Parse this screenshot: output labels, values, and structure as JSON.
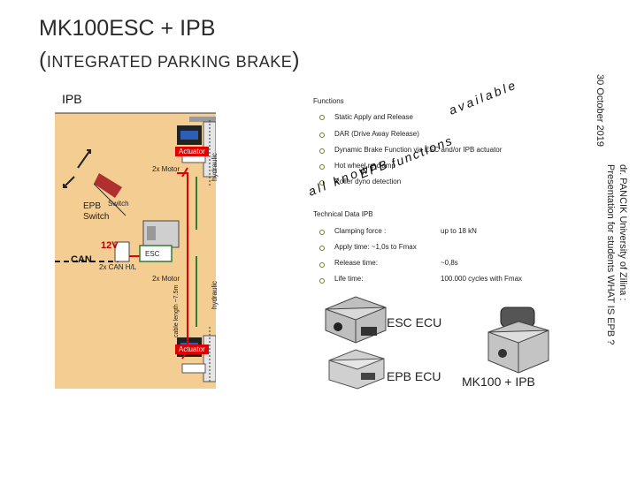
{
  "slide": {
    "title_line1": "MK100ESC + IPB",
    "title_line2_open": "(",
    "title_line2_text": "INTEGRATED PARKING BRAKE",
    "title_line2_close": ")",
    "date": "30 October 2019",
    "author": "dr. PANCIK University of Zilina :",
    "presentation": "Presentation for students WHAT IS EPB ?"
  },
  "diagram": {
    "panel_title": "IPB",
    "actuator_top": "Actuator",
    "actuator_bottom": "Actuator",
    "motor_top": "2x Motor",
    "motor_bottom": "2x Motor",
    "switch": "Switch",
    "epb_switch_1": "EPB",
    "epb_switch_2": "Switch",
    "hydraulic_top": "hydraulic",
    "hydraulic_bottom": "hydraulic",
    "voltage": "12V",
    "can": "CAN",
    "can_hl": "2x CAN H/L",
    "esc": "ESC",
    "cable_length": "cable length ~7.5m"
  },
  "functions": {
    "heading": "Functions",
    "items": [
      "Static Apply and Release",
      "DAR (Drive Away Release)",
      "Dynamic Brake Function via ESC and/or IPB actuator",
      "Hot wheel re-clamp",
      "Roller dyno detection"
    ],
    "overlay_words": [
      "available",
      "functions",
      "EPB",
      "all known"
    ]
  },
  "technical": {
    "heading": "Technical Data IPB",
    "rows": [
      {
        "label": "Clamping force :",
        "value": "up to 18 kN"
      },
      {
        "label": "Apply time: ~1,0s to Fmax",
        "value": ""
      },
      {
        "label": "Release time:",
        "value": "~0,8s"
      },
      {
        "label": "Life time:",
        "value": "100.000 cycles with Fmax"
      }
    ]
  },
  "products": {
    "esc_ecu": "ESC ECU",
    "epb_ecu": "EPB ECU",
    "mk100": "MK100 + IPB"
  },
  "colors": {
    "panel": "#f4cd93",
    "title_bar": "#ffffff",
    "wire_red": "#e00000",
    "accent_green": "#6a7f2a"
  }
}
